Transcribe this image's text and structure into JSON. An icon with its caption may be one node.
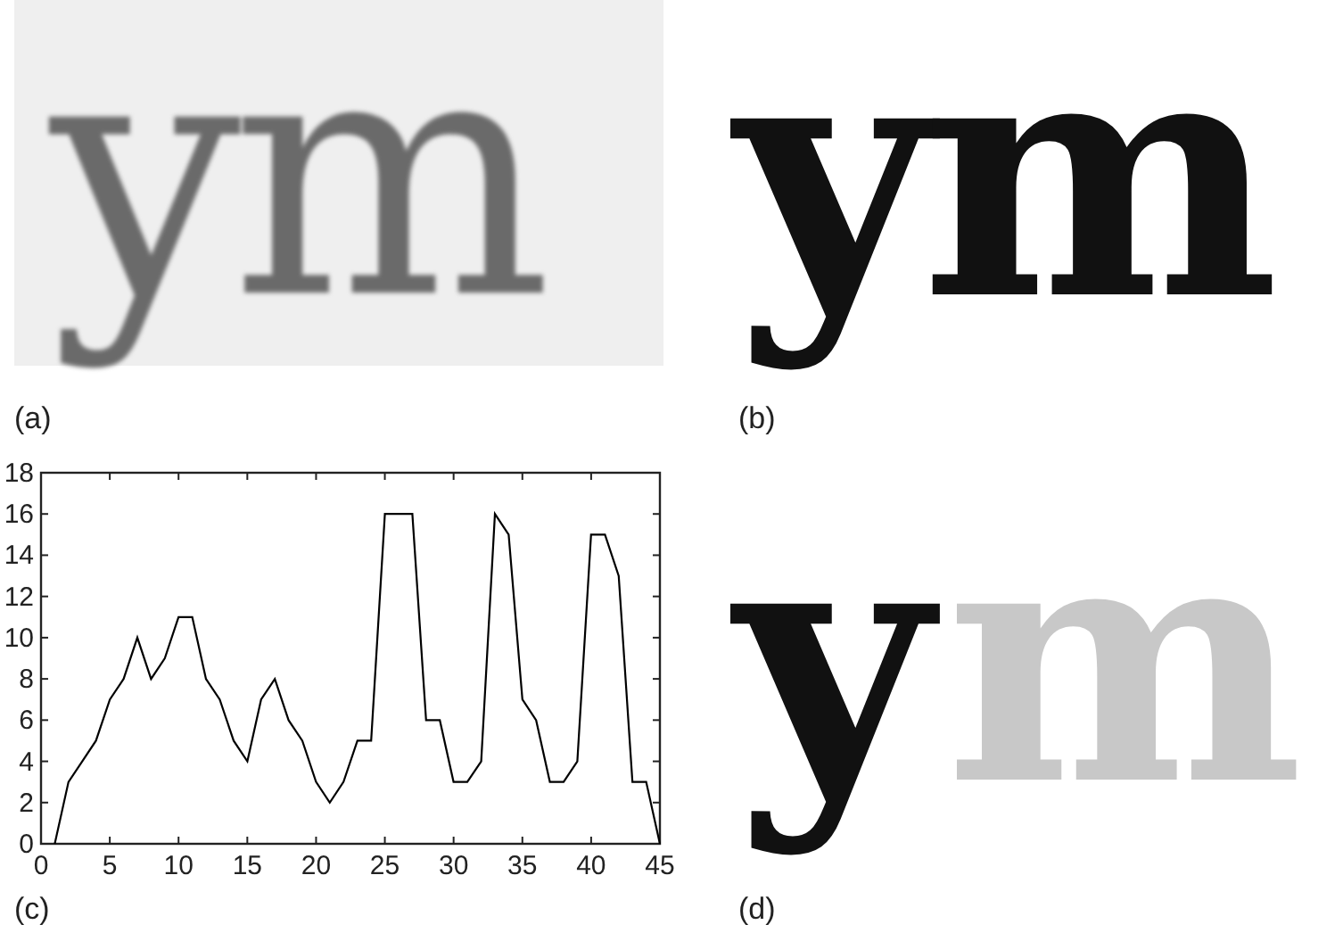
{
  "diagram": {
    "labels": [
      "ym",
      "ym",
      "(a)",
      "(b)",
      "y",
      "m",
      "(c)",
      "(d)"
    ],
    "chart_data": {
      "type": "line",
      "xlim": [
        0,
        45
      ],
      "ylim": [
        0,
        18
      ],
      "xticks": [
        0,
        5,
        10,
        15,
        20,
        25,
        30,
        35,
        40,
        45
      ],
      "yticks": [
        0,
        2,
        4,
        6,
        8,
        10,
        12,
        14,
        16,
        18
      ],
      "x": [
        1,
        2,
        3,
        4,
        5,
        6,
        7,
        8,
        9,
        10,
        11,
        12,
        13,
        14,
        15,
        16,
        17,
        18,
        19,
        20,
        21,
        22,
        23,
        24,
        25,
        26,
        27,
        28,
        29,
        30,
        31,
        32,
        33,
        34,
        35,
        36,
        37,
        38,
        39,
        40,
        41,
        42,
        43,
        44,
        45
      ],
      "series": [
        {
          "color": "#000000",
          "values": [
            0,
            3,
            4,
            5,
            7,
            8,
            10,
            8,
            9,
            11,
            11,
            8,
            7,
            5,
            4,
            7,
            8,
            6,
            5,
            3,
            2,
            3,
            5,
            5,
            16,
            16,
            16,
            6,
            6,
            3,
            3,
            4,
            16,
            15,
            7,
            6,
            3,
            3,
            4,
            15,
            15,
            13,
            3,
            3,
            0
          ]
        }
      ]
    }
  }
}
